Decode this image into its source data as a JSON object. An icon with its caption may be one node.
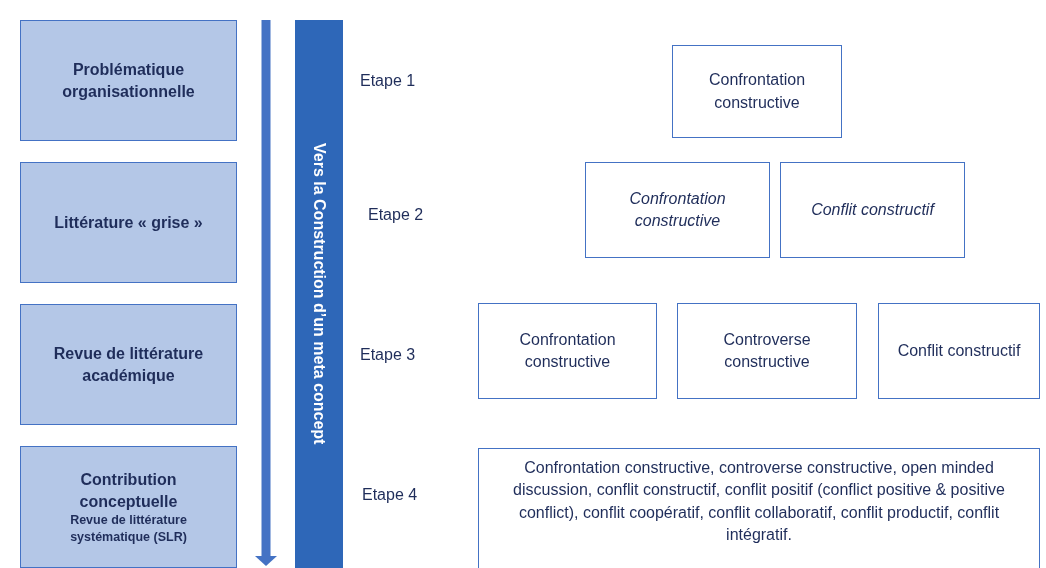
{
  "diagram": {
    "nodes": [
      {
        "text": [
          "Problématique organisationnelle"
        ]
      },
      {
        "text": [
          "Littérature « grise »"
        ]
      },
      {
        "text": [
          "Revue de littérature académique"
        ]
      },
      {
        "text": [
          "Contribution conceptuelle",
          "Revue de littérature systématique (SLR)"
        ]
      },
      {
        "text": [
          "Vers la Construction d’un meta concept"
        ]
      },
      {
        "text": [
          "Confrontation constructive"
        ]
      },
      {
        "text": [
          "Confrontation constructive"
        ]
      },
      {
        "text": [
          "Conflit constructif"
        ]
      },
      {
        "text": [
          "Confrontation constructive"
        ]
      },
      {
        "text": [
          "Controverse constructive"
        ]
      },
      {
        "text": [
          "Conflit constructif"
        ]
      },
      {
        "text": [
          "Confrontation constructive, controverse constructive, open minded discussion, conflit constructif, conflit positif (conflict positive & positive conflict), conflit coopératif, conflit collaboratif, conflit productif, conflit intégratif."
        ]
      }
    ],
    "labels": [
      "Etape 1",
      "Etape 2",
      "Etape 3",
      "Etape 4"
    ]
  }
}
